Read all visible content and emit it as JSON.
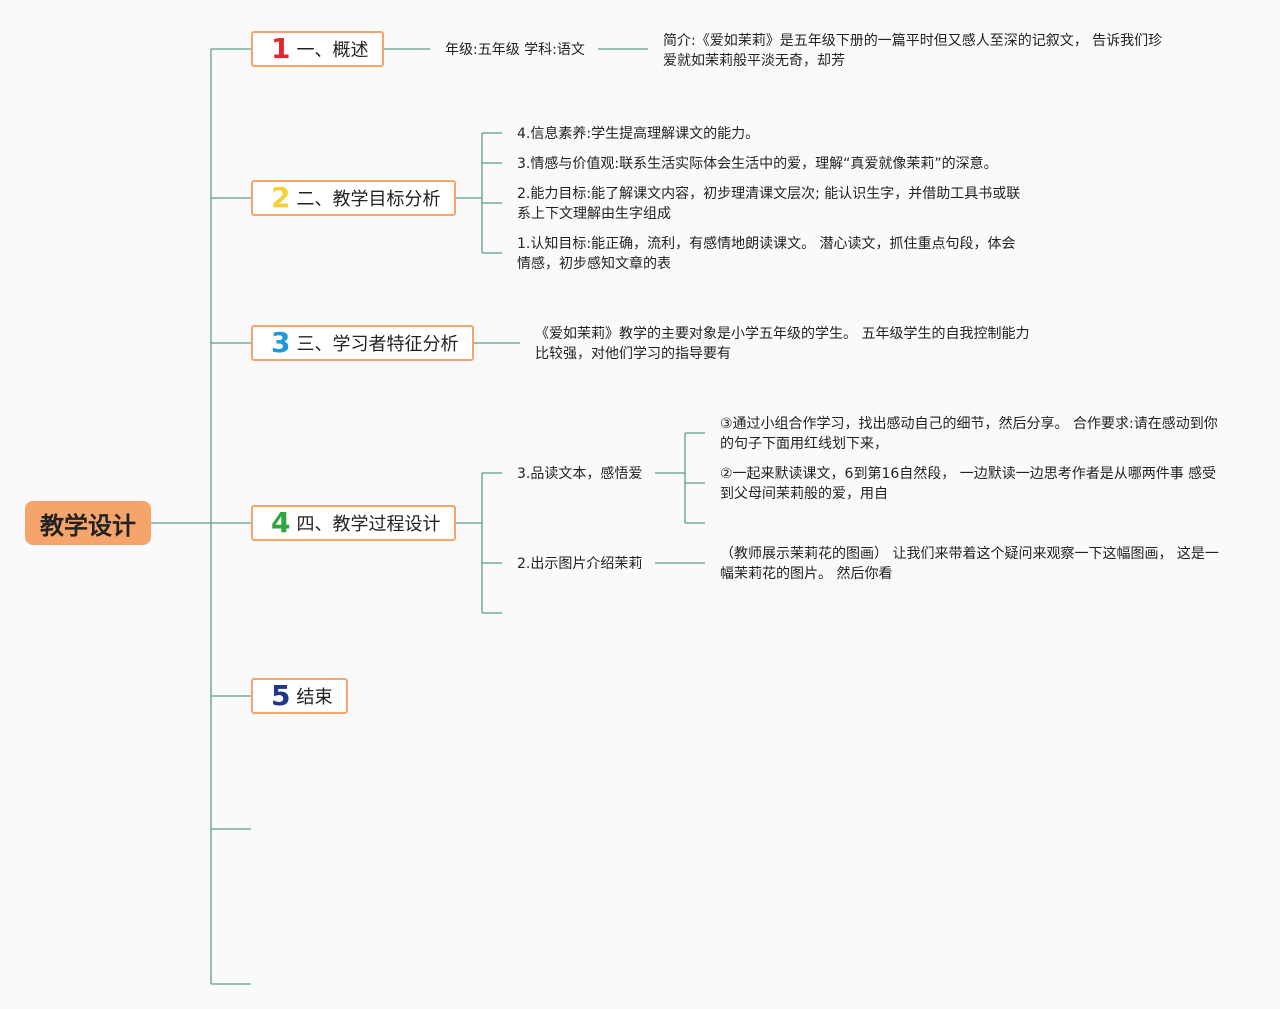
{
  "root": {
    "label": "教学设计"
  },
  "colors": {
    "accent": "#f5a56b",
    "line": "#5f9e8a",
    "n1": "#e0282e",
    "n2": "#f2d13b",
    "n3": "#1e9ad6",
    "n4": "#2ea53d",
    "n5": "#20368a"
  },
  "topics": [
    {
      "num": "1",
      "label": "一、概述"
    },
    {
      "num": "2",
      "label": "二、教学目标分析"
    },
    {
      "num": "3",
      "label": "三、学习者特征分析"
    },
    {
      "num": "4",
      "label": "四、教学过程设计"
    },
    {
      "num": "5",
      "label": "结束"
    }
  ],
  "overview": {
    "grade": "年级:五年级 学科:语文",
    "intro": "简介:《爱如茉莉》是五年级下册的一篇平时但又感人至深的记叙文， 告诉我们珍爱就如茉莉般平淡无奇，却芳"
  },
  "objectives": [
    "4.信息素养:学生提高理解课文的能力。",
    "3.情感与价值观:联系生活实际体会生活中的爱，理解“真爱就像茉莉”的深意。",
    "2.能力目标:能了解课文内容，初步理清课文层次; 能认识生字，并借助工具书或联系上下文理解由生字组成",
    "1.认知目标:能正确，流利，有感情地朗读课文。 潜心读文，抓住重点句段，体会情感，初步感知文章的表"
  ],
  "learner": "《爱如茉莉》教学的主要对象是小学五年级的学生。 五年级学生的自我控制能力比较强，对他们学习的指导要有",
  "process": {
    "step3": {
      "label": "3.品读文本，感悟爱",
      "items": [
        "③通过小组合作学习，找出感动自己的细节，然后分享。 合作要求:请在感动到你的句子下面用红线划下来，",
        "②一起来默读课文，6到第16自然段， 一边默读一边思考作者是从哪两件事 感受到父母间茉莉般的爱，用自"
      ]
    },
    "step2": {
      "label": "2.出示图片介绍茉莉",
      "item": "（教师展示茉莉花的图画） 让我们来带着这个疑问来观察一下这幅图画， 这是一幅茉莉花的图片。 然后你看"
    }
  }
}
